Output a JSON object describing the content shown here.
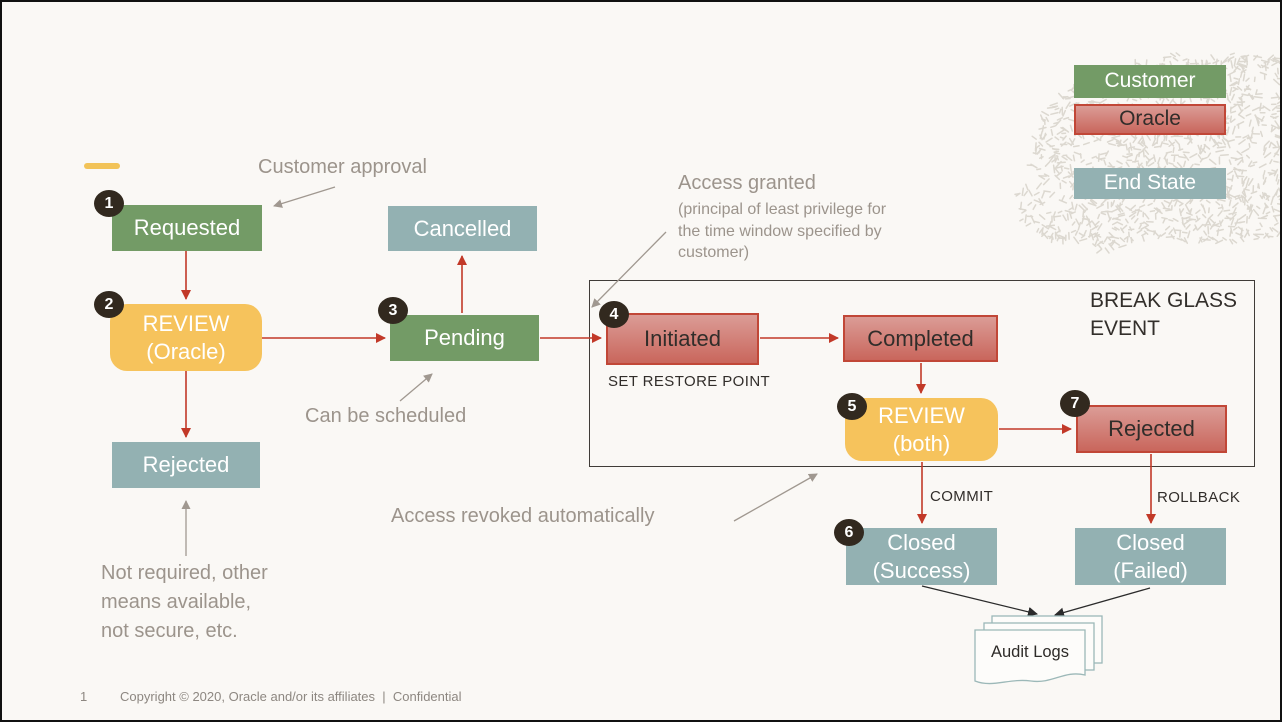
{
  "colors": {
    "background": "#faf8f5",
    "customer_green": "#739b66",
    "oracle_red_top": "#db9c96",
    "oracle_red_bottom": "#c9665c",
    "oracle_red_border": "#c14737",
    "end_state_teal": "#93b1b2",
    "review_yellow": "#f6c35c",
    "arrow_red": "#c23928",
    "annotation_gray": "#9c948c",
    "dark_text": "#312d2a",
    "badge_bg": "#32291f",
    "accent_yellow": "#f2c358",
    "audit_outline": "#9cb8b8",
    "texture_gray": "#dcd8d0"
  },
  "legend": {
    "customer": "Customer",
    "oracle": "Oracle",
    "end_state": "End State"
  },
  "nodes": {
    "requested": {
      "badge": "1",
      "label": "Requested"
    },
    "review_oracle": {
      "badge": "2",
      "label": "REVIEW\n(Oracle)"
    },
    "cancelled": {
      "label": "Cancelled"
    },
    "pending": {
      "badge": "3",
      "label": "Pending"
    },
    "rejected_left": {
      "label": "Rejected"
    },
    "initiated": {
      "badge": "4",
      "label": "Initiated"
    },
    "completed": {
      "label": "Completed"
    },
    "review_both": {
      "badge": "5",
      "label": "REVIEW\n(both)"
    },
    "rejected_right": {
      "badge": "7",
      "label": "Rejected"
    },
    "closed_success": {
      "badge": "6",
      "label": "Closed\n(Success)"
    },
    "closed_failed": {
      "label": "Closed\n(Failed)"
    }
  },
  "break_glass": {
    "title": "BREAK GLASS\nEVENT"
  },
  "annotations": {
    "customer_approval": "Customer approval",
    "access_granted_title": "Access granted",
    "access_granted_sub": "(principal of least privilege for\nthe time window specified by\ncustomer)",
    "can_be_scheduled": "Can be scheduled",
    "not_required": "Not required, other\nmeans available,\nnot secure, etc.",
    "access_revoked": "Access revoked automatically",
    "set_restore_point": "SET RESTORE POINT",
    "commit": "COMMIT",
    "rollback": "ROLLBACK"
  },
  "audit_logs": {
    "label": "Audit Logs"
  },
  "footer": {
    "page_number": "1",
    "copyright": "Copyright © 2020, Oracle and/or its affiliates  |  Confidential"
  }
}
